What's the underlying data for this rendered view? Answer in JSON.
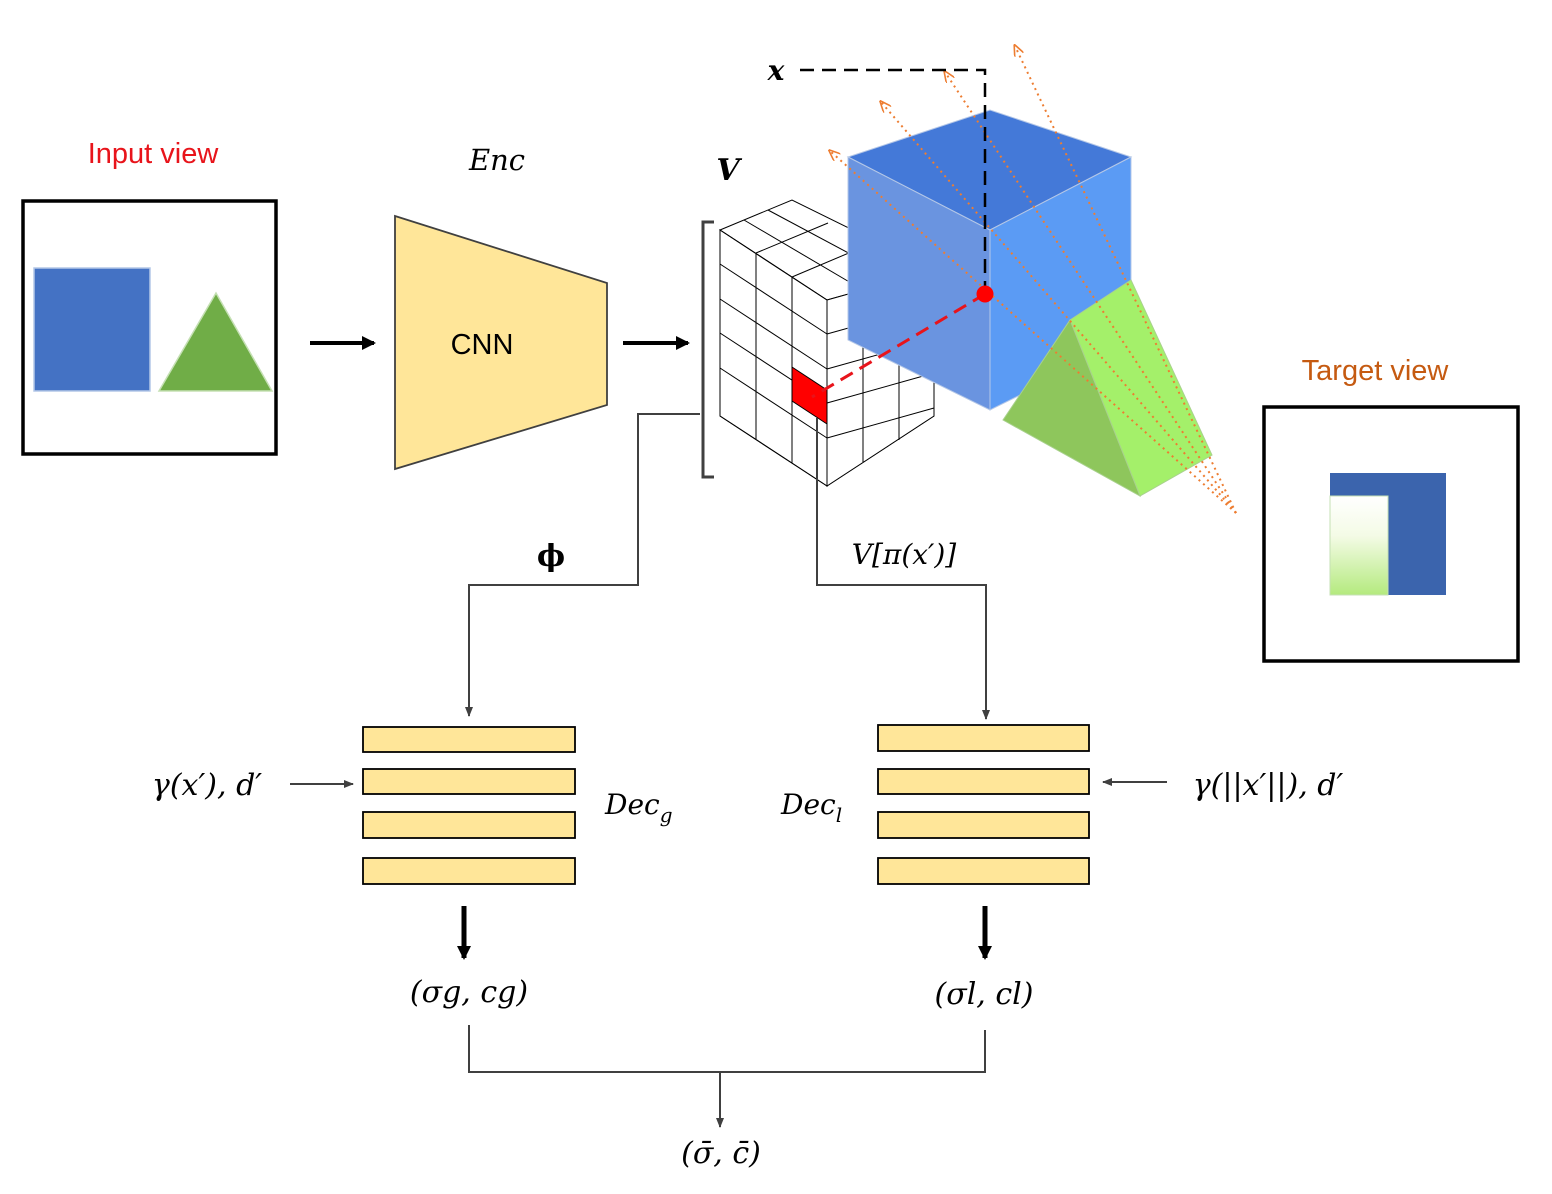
{
  "labels": {
    "input_view": "Input view",
    "target_view": "Target view",
    "enc": "Enc",
    "cnn": "CNN",
    "volume": "V",
    "point_x": "x",
    "phi": "ϕ",
    "v_pi": "V[π(x′)]",
    "global_input": "γ(x′), d′",
    "local_input": "γ(||x′||), d′",
    "dec_g": "Dec",
    "dec_g_sub": "g",
    "dec_l": "Dec",
    "dec_l_sub": "l",
    "out_g": "(σg, cg)",
    "out_l": "(σl, cl)",
    "out_final": "(σ̄, c̄)"
  },
  "colors": {
    "input_view_label": "#e8141b",
    "target_view_label": "#c55a11",
    "square_blue": "#4472c4",
    "triangle_green": "#70ad47",
    "cnn_fill": "#ffe699",
    "decoder_fill": "#ffe699",
    "cube_top": "#4479d8",
    "cube_left": "#6a94e0",
    "cube_right": "#5b9bf4",
    "prism_light": "#a4f06a",
    "prism_dark": "#8ec65c",
    "sample_point": "#ff0000",
    "rays": "#ed7d31",
    "target_dark_blue": "#3b64ad"
  }
}
